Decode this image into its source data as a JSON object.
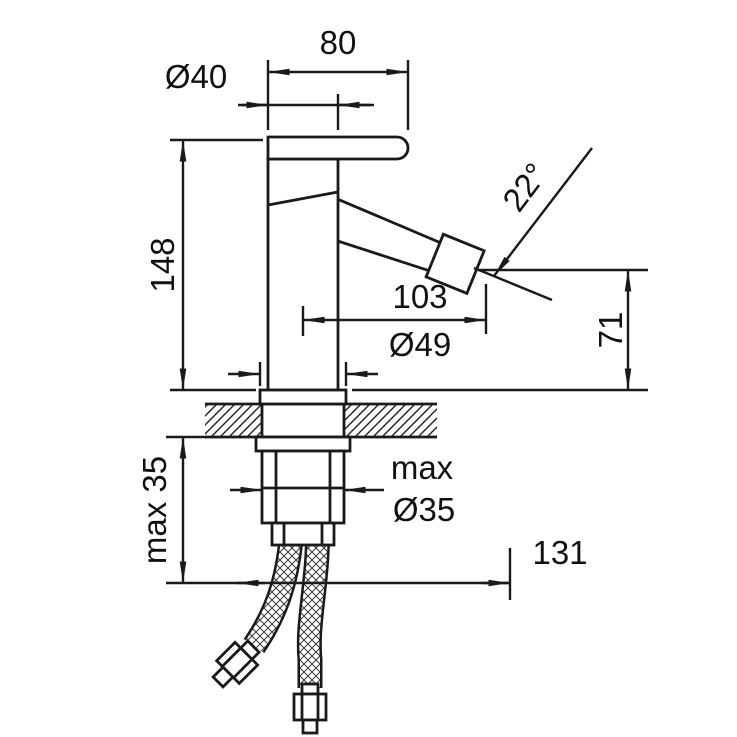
{
  "page": {
    "background": "#ffffff"
  },
  "drawing": {
    "line_color": "#1a1a1a",
    "dimensions": {
      "spout_width": "80",
      "body_diameter": "Ø40",
      "body_height": "148",
      "spout_reach": "103",
      "base_diameter": "Ø49",
      "spout_angle": "22°",
      "spout_height": "71",
      "deck_max_thickness": "max 35",
      "hole_max_word": "max",
      "hole_max_diameter": "Ø35",
      "hose_offset": "131"
    }
  }
}
